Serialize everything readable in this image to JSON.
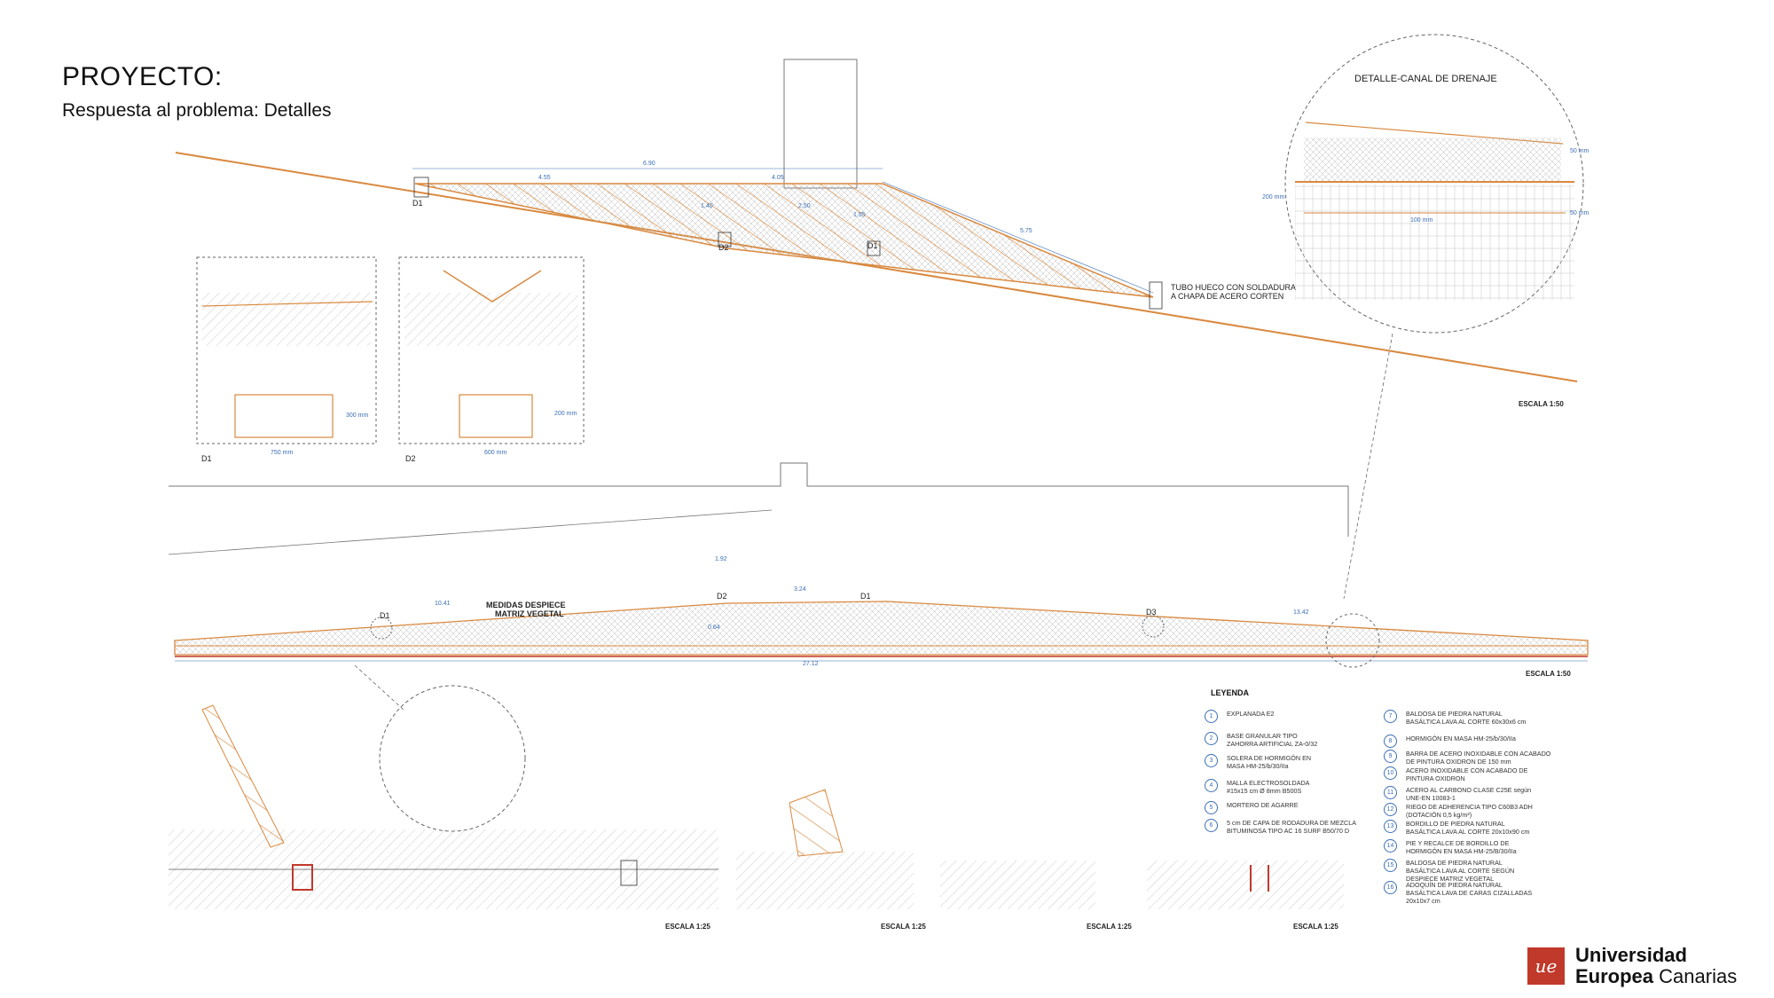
{
  "header": {
    "title": "PROYECTO:",
    "subtitle": "Respuesta al problema: Detalles"
  },
  "detail_circle": {
    "title": "DETALLE-CANAL DE DRENAJE",
    "dims": [
      "50 mm",
      "200 mm",
      "50 mm",
      "100 mm"
    ]
  },
  "top_section": {
    "dims": [
      "6.90",
      "4.55",
      "4.05",
      "1.40",
      "2.50",
      "1.55",
      "5.75"
    ],
    "markers": [
      "D1",
      "D2",
      "D1"
    ],
    "note": "TUBO HUECO CON SOLDADURA\nA CHAPA DE ACERO CORTEN",
    "scale": "ESCALA 1:50"
  },
  "plates": {
    "d1": {
      "label": "D1",
      "width": "750 mm",
      "height": "300 mm"
    },
    "d2": {
      "label": "D2",
      "width": "600 mm",
      "height": "200 mm"
    }
  },
  "elevation": {
    "label": "MEDIDAS DESPIECE\nMATRIZ VEGETAL",
    "markers": [
      "D1",
      "D2",
      "D1",
      "D3"
    ],
    "dims": [
      "10.41",
      "3.24",
      "13.42",
      "27.12",
      "1.92",
      "0.64"
    ],
    "scale": "ESCALA 1:50"
  },
  "sections": {
    "scales": [
      "ESCALA 1:25",
      "ESCALA 1:25",
      "ESCALA 1:25",
      "ESCALA 1:25"
    ]
  },
  "legend": {
    "title": "LEYENDA",
    "items": [
      {
        "n": "1",
        "text": "EXPLANADA E2"
      },
      {
        "n": "2",
        "text": "BASE GRANULAR TIPO\nZAHORRA ARTIFICIAL ZA-0/32"
      },
      {
        "n": "3",
        "text": "SOLERA DE HORMIGÓN EN\nMASA HM-25/b/30/IIa"
      },
      {
        "n": "4",
        "text": "MALLA ELECTROSOLDADA\n#15x15 cm Ø 8mm B500S"
      },
      {
        "n": "5",
        "text": "MORTERO DE AGARRE"
      },
      {
        "n": "6",
        "text": "5 cm DE CAPA DE RODADURA DE MEZCLA\nBITUMINOSA TIPO AC 16 SURF  B50/70 D"
      },
      {
        "n": "7",
        "text": "BALDOSA DE PIEDRA NATURAL\nBASÁLTICA LAVA AL CORTE 60x30x6 cm"
      },
      {
        "n": "8",
        "text": "HORMIGÓN EN MASA HM-25/b/30/IIa"
      },
      {
        "n": "9",
        "text": "BARRA DE ACERO INOXIDABLE CON ACABADO\nDE PINTURA OXIDRON DE 150 mm"
      },
      {
        "n": "10",
        "text": "ACERO INOXIDABLE CON ACABADO DE\nPINTURA OXIDRON"
      },
      {
        "n": "11",
        "text": "ACERO AL CARBONO CLASE C25E según\nUNE-EN 10083-1"
      },
      {
        "n": "12",
        "text": "RIEGO DE ADHERENCIA TIPO C60B3 ADH\n(DOTACIÓN 0,5 kg/m²)"
      },
      {
        "n": "13",
        "text": "BORDILLO DE PIEDRA NATURAL\nBASÁLTICA LAVA AL CORTE 20x10x90 cm"
      },
      {
        "n": "14",
        "text": "PIE Y RECALCE DE BORDILLO DE\nHORMIGÓN EN MASA HM-25/B/30/IIa"
      },
      {
        "n": "15",
        "text": "BALDOSA DE PIEDRA NATURAL\nBASÁLTICA LAVA AL CORTE SEGÚN\nDESPIECE MATRIZ VEGETAL"
      },
      {
        "n": "16",
        "text": "ADOQUÍN DE PIEDRA NATURAL\nBASÁLTICA LAVA DE CARAS CIZALLADAS\n20x10x7 cm"
      }
    ]
  },
  "logo": {
    "mark": "ue",
    "line1": "Universidad",
    "line2a": "Europea",
    "line2b": "Canarias"
  },
  "colors": {
    "steel": "#d9893f",
    "dimension": "#3b6fb5",
    "linework": "#555555",
    "brand": "#c0392b"
  }
}
